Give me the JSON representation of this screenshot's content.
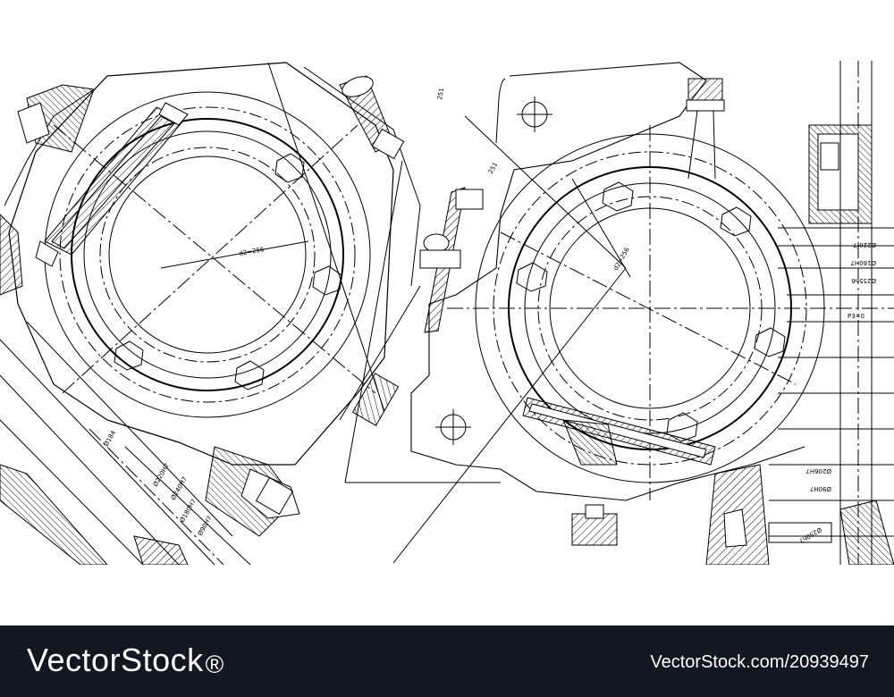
{
  "drawing": {
    "dimension_labels": {
      "left_diameter": "d2=256",
      "right_diameter": "d2=256",
      "center_distance_a": "251",
      "center_distance_b": "251",
      "right_stack_1": "Ø220f7",
      "right_stack_2": "Ø160H7",
      "right_stack_3": "Ø255h6",
      "right_stack_4": "P3=0",
      "right_stack_5": "Ø206H7",
      "right_stack_6": "Ø90H7",
      "right_stack_7": "Ø250h7",
      "left_stack_1": "Ø184",
      "left_stack_2": "Ø220H7",
      "left_stack_3": "Ø240H7",
      "left_stack_4": "Ø180H7",
      "left_stack_5": "Ø90H7"
    },
    "line_color": "#000000",
    "background": "#ffffff"
  },
  "footer": {
    "brand_name": "VectorStock",
    "brand_mark": "®",
    "image_id": "VectorStock.com/20939497",
    "background": "#121821",
    "text_color": "#ffffff"
  }
}
